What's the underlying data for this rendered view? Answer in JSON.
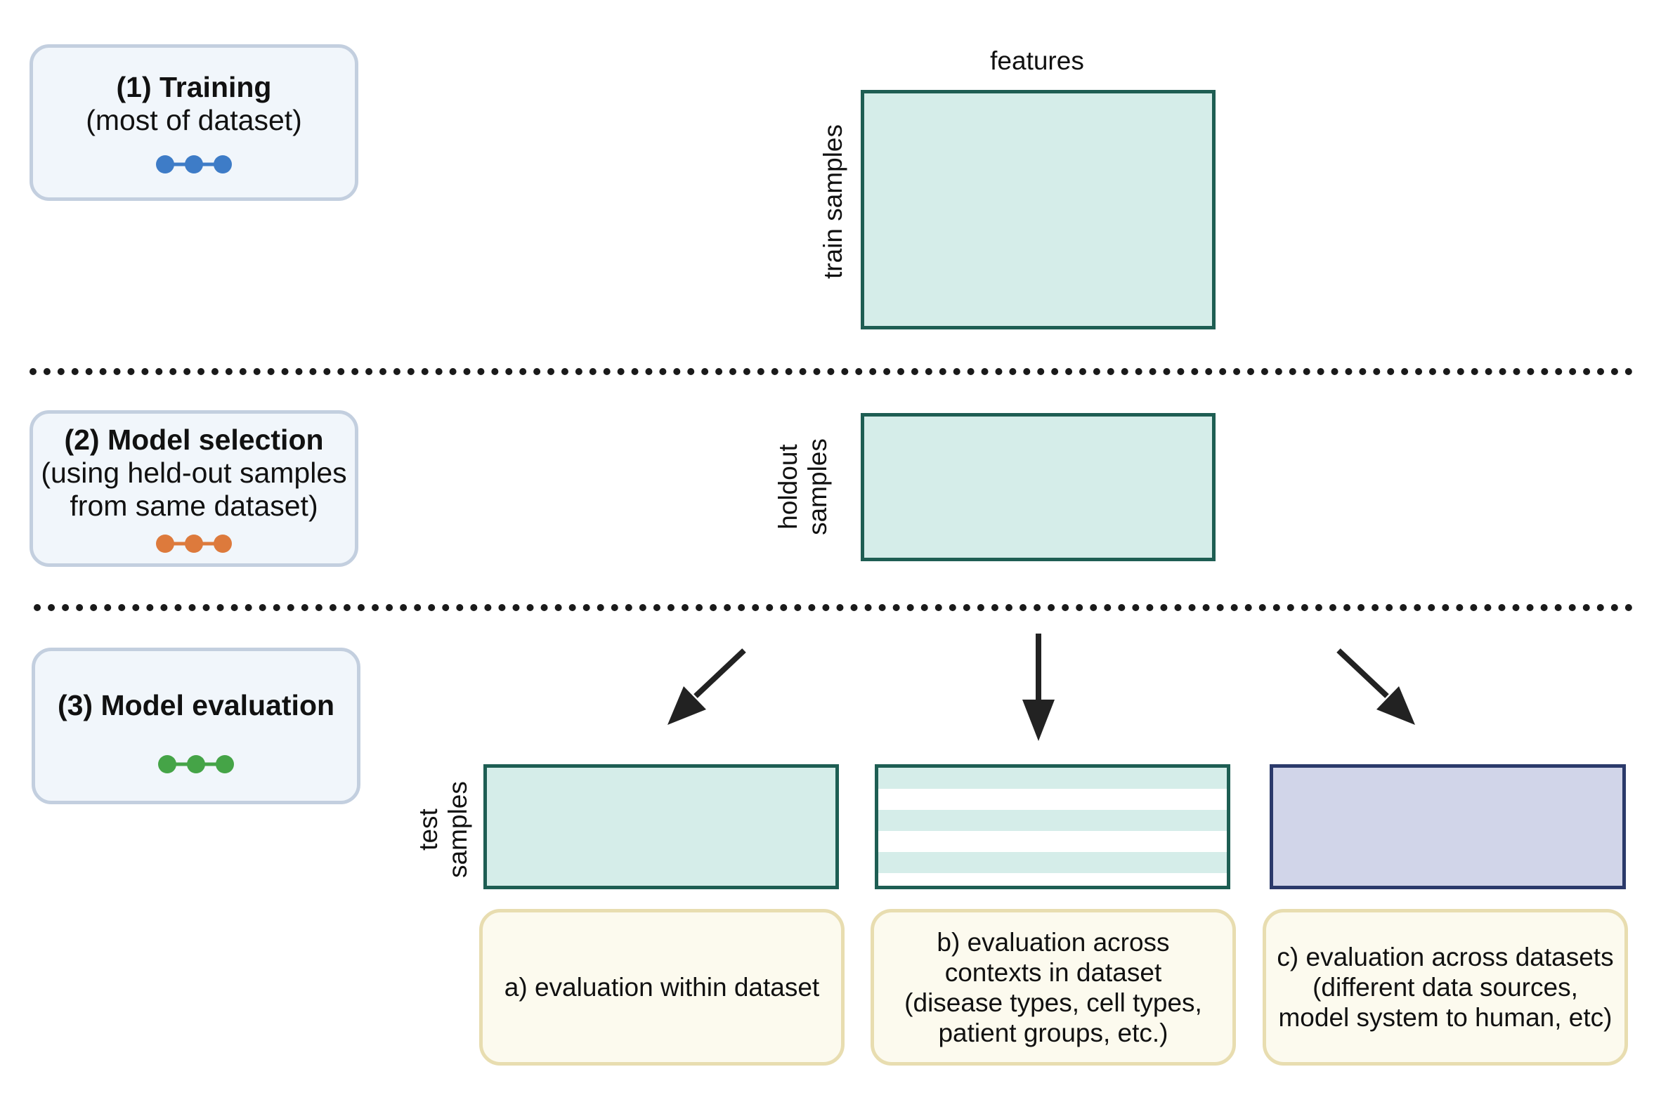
{
  "stages": [
    {
      "title": "(1) Training",
      "subtitle": "(most of dataset)",
      "color": "#3e7cc7"
    },
    {
      "title": "(2) Model selection",
      "subtitle": "(using held-out samples\nfrom same dataset)",
      "color": "#dd7a3c"
    },
    {
      "title": "(3) Model evaluation",
      "subtitle": "",
      "color": "#45a447"
    }
  ],
  "labels": {
    "features": "features",
    "train_samples": "train samples",
    "holdout_samples": "holdout\nsamples",
    "test_samples": "test\nsamples"
  },
  "evaluations": [
    {
      "caption": "a) evaluation within dataset"
    },
    {
      "caption": "b) evaluation across\ncontexts in dataset\n(disease types, cell types,\npatient groups, etc.)"
    },
    {
      "caption": "c) evaluation across datasets\n(different data sources,\nmodel system to human, etc)"
    }
  ],
  "colors": {
    "matrix_fill": "#d5ede9",
    "matrix_border": "#1e5e53",
    "external_fill": "#d1d5e9",
    "external_border": "#2b3a6b"
  }
}
